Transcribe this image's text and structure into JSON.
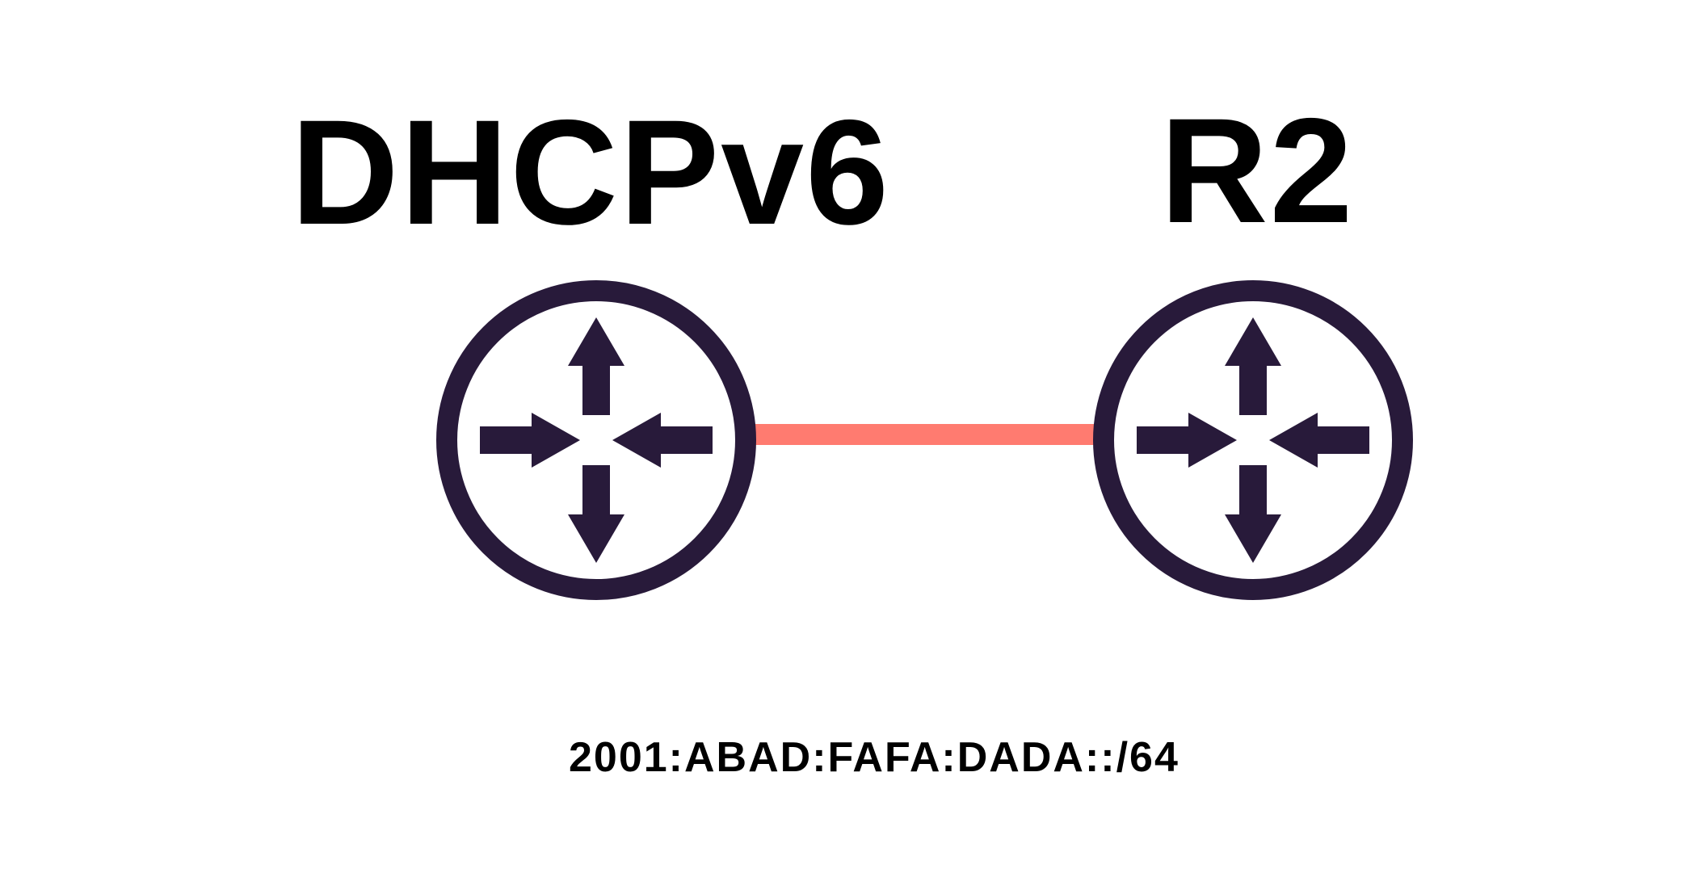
{
  "nodes": [
    {
      "label": "DHCPv6",
      "icon": "router-icon"
    },
    {
      "label": "R2",
      "icon": "router-icon"
    }
  ],
  "link": {
    "color": "#ff7b70"
  },
  "prefix": "2001:ABAD:FAFA:DADA::/64",
  "colors": {
    "router": "#281a3a",
    "link": "#ff7b70",
    "text": "#000000",
    "background": "#ffffff"
  }
}
